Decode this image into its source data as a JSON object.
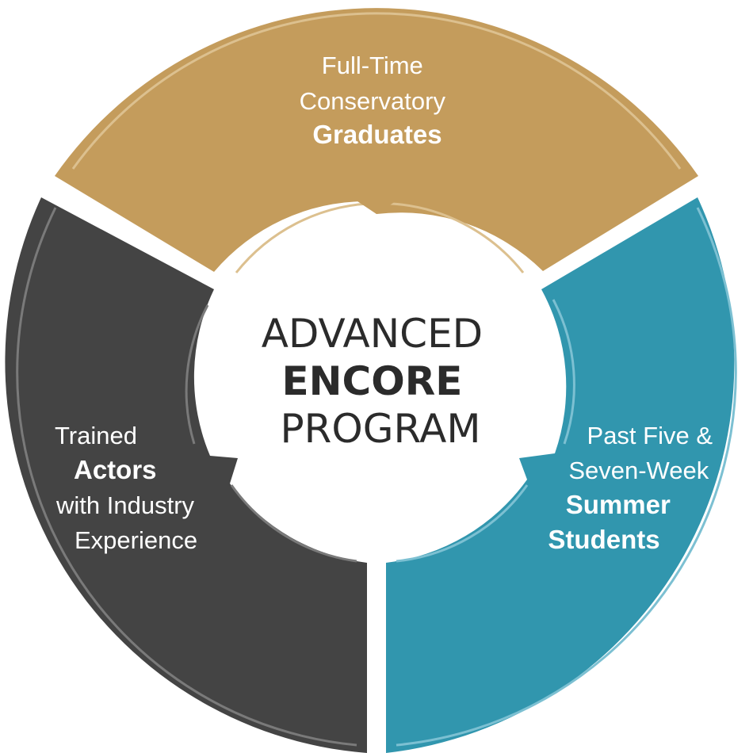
{
  "colors": {
    "gold": "#c49c5c",
    "gold_line": "#dcc08f",
    "teal": "#3196ae",
    "teal_line": "#7cc0d2",
    "charcoal": "#444444",
    "charcoal_line": "#7a7a7a",
    "center_text": "#2b2b2b"
  },
  "segments": {
    "top": {
      "line1": "Full-Time",
      "line2": "Conservatory",
      "line3": "Graduates"
    },
    "left": {
      "line1": "Trained",
      "line2": "Actors",
      "line3": "with Industry",
      "line4": "Experience"
    },
    "right": {
      "line1": "Past Five &",
      "line2": "Seven-Week",
      "line3": "Summer",
      "line4": "Students"
    }
  },
  "center": {
    "line1": "ADVANCED",
    "line2": "ENCORE",
    "line3": "PROGRAM"
  }
}
